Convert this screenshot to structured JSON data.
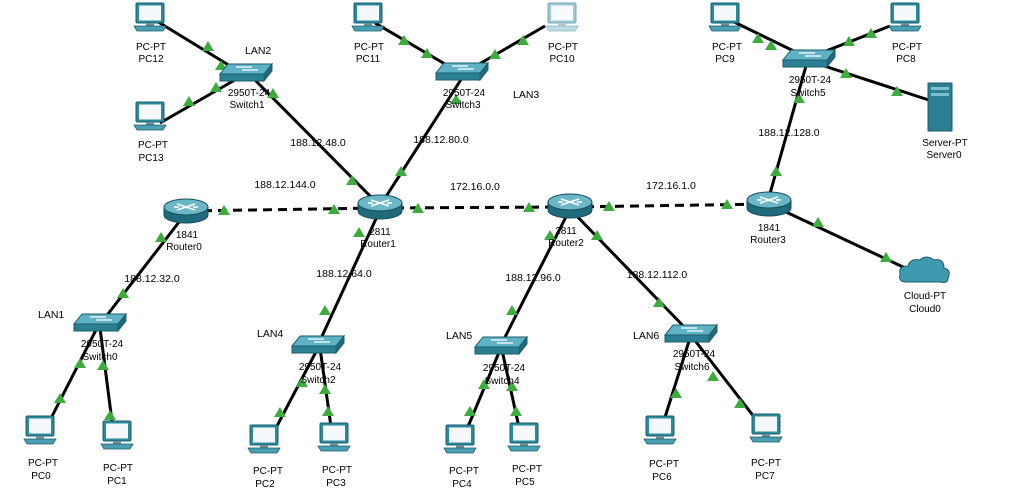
{
  "colors": {
    "link": "#000000",
    "link_up_marker": "#3dab3d",
    "device_blue": "#2c8a9e",
    "router_body": "#2f7f96",
    "background": "#ffffff"
  },
  "icons": {
    "pc": "pc-monitor-icon",
    "switch": "switch-icon",
    "router": "router-icon",
    "server": "server-icon",
    "cloud": "cloud-icon"
  },
  "lan_labels": {
    "lan1": "LAN1",
    "lan2": "LAN2",
    "lan3": "LAN3",
    "lan4": "LAN4",
    "lan5": "LAN5",
    "lan6": "LAN6"
  },
  "networks": {
    "n_48": "188.12.48.0",
    "n_80": "188.12.80.0",
    "n_144": "188.12.144.0",
    "n_172_0": "172.16.0.0",
    "n_172_1": "172.16.1.0",
    "n_128": "188.12.128.0",
    "n_32": "188.12.32.0",
    "n_64": "188.12.64.0",
    "n_96": "188.12.96.0",
    "n_112": "188.12.112.0"
  },
  "devices": {
    "router0": {
      "model": "1841",
      "name": "Router0"
    },
    "router1": {
      "model": "2811",
      "name": "Router1"
    },
    "router2": {
      "model": "2811",
      "name": "Router2"
    },
    "router3": {
      "model": "1841",
      "name": "Router3"
    },
    "switch0": {
      "model": "2950T-24",
      "name": "Switch0"
    },
    "switch1": {
      "model": "2950T-24",
      "name": "Switch1"
    },
    "switch2": {
      "model": "2950T-24",
      "name": "Switch2"
    },
    "switch3": {
      "model": "2950T-24",
      "name": "Switch3"
    },
    "switch4": {
      "model": "2950T-24",
      "name": "Switch4"
    },
    "switch5": {
      "model": "2950T-24",
      "name": "Switch5"
    },
    "switch6": {
      "model": "2950T-24",
      "name": "Switch6"
    },
    "pc0": {
      "model": "PC-PT",
      "name": "PC0"
    },
    "pc1": {
      "model": "PC-PT",
      "name": "PC1"
    },
    "pc2": {
      "model": "PC-PT",
      "name": "PC2"
    },
    "pc3": {
      "model": "PC-PT",
      "name": "PC3"
    },
    "pc4": {
      "model": "PC-PT",
      "name": "PC4"
    },
    "pc5": {
      "model": "PC-PT",
      "name": "PC5"
    },
    "pc6": {
      "model": "PC-PT",
      "name": "PC6"
    },
    "pc7": {
      "model": "PC-PT",
      "name": "PC7"
    },
    "pc8": {
      "model": "PC-PT",
      "name": "PC8"
    },
    "pc9": {
      "model": "PC-PT",
      "name": "PC9"
    },
    "pc10": {
      "model": "PC-PT",
      "name": "PC10"
    },
    "pc11": {
      "model": "PC-PT",
      "name": "PC11"
    },
    "pc12": {
      "model": "PC-PT",
      "name": "PC12"
    },
    "pc13": {
      "model": "PC-PT",
      "name": "PC13"
    },
    "server0": {
      "model": "Server-PT",
      "name": "Server0"
    },
    "cloud0": {
      "model": "Cloud-PT",
      "name": "Cloud0"
    }
  }
}
